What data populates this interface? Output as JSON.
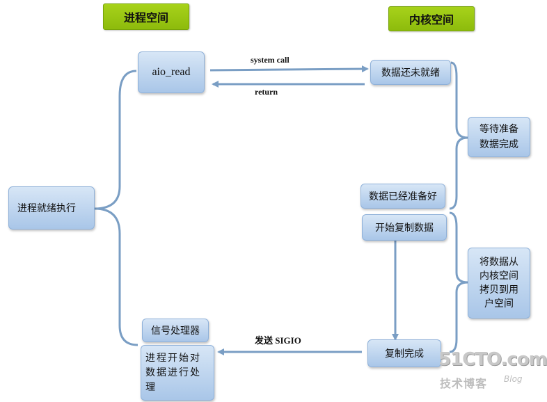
{
  "headers": {
    "process_space": "进程空间",
    "kernel_space": "内核空间"
  },
  "boxes": {
    "process_ready": "进程就绪执行",
    "aio_read": "aio_read",
    "data_not_ready": "数据还未就绪",
    "wait_data": "等待准备\n数据完成",
    "data_ready": "数据已经准备好",
    "start_copy": "开始复制数据",
    "copy_kernel_to_user": "将数据从\n内核空间\n拷贝到用\n户空间",
    "copy_done": "复制完成",
    "signal_handler": "信号处理器",
    "process_data": "进程开始对数据进行处理"
  },
  "arrows": {
    "system_call": "system call",
    "return": "return",
    "send_sigio": "发送 SIGIO"
  },
  "watermark": {
    "site": "51CTO.com",
    "tagline": "技术博客",
    "blog": "Blog"
  },
  "colors": {
    "header_green": "#8dbb0c",
    "box_blue": "#a9c6e8",
    "connector": "#7a9ec4"
  }
}
